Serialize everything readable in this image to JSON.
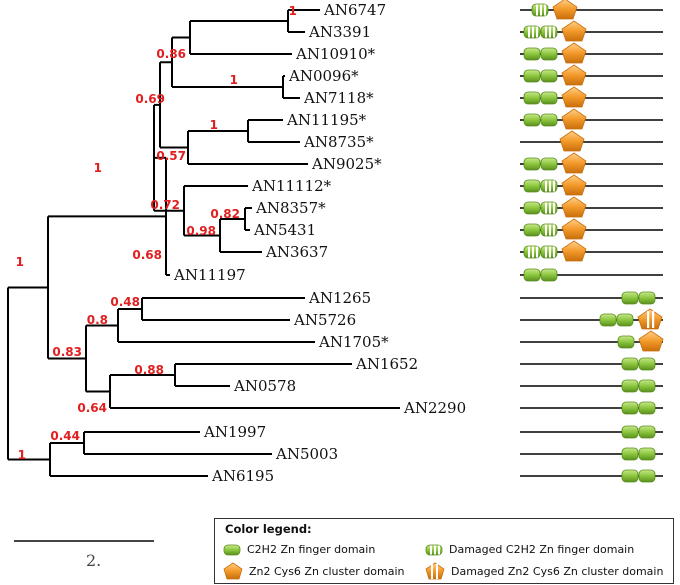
{
  "leaves": [
    {
      "name": "AN6747",
      "domains": [
        "damaged-c2h2",
        "zn2cys6"
      ]
    },
    {
      "name": "AN3391",
      "domains": [
        "damaged-c2h2",
        "damaged-c2h2",
        "zn2cys6"
      ]
    },
    {
      "name": "AN10910*",
      "domains": [
        "c2h2",
        "c2h2",
        "zn2cys6"
      ]
    },
    {
      "name": "AN0096*",
      "domains": [
        "c2h2",
        "c2h2",
        "zn2cys6"
      ]
    },
    {
      "name": "AN7118*",
      "domains": [
        "c2h2",
        "c2h2",
        "zn2cys6"
      ]
    },
    {
      "name": "AN11195*",
      "domains": [
        "c2h2",
        "c2h2",
        "zn2cys6"
      ]
    },
    {
      "name": "AN8735*",
      "domains": [
        "zn2cys6"
      ]
    },
    {
      "name": "AN9025*",
      "domains": [
        "c2h2",
        "c2h2",
        "zn2cys6"
      ]
    },
    {
      "name": "AN11112*",
      "domains": [
        "c2h2",
        "damaged-c2h2",
        "zn2cys6"
      ]
    },
    {
      "name": "AN8357*",
      "domains": [
        "c2h2",
        "damaged-c2h2",
        "zn2cys6"
      ]
    },
    {
      "name": "AN5431",
      "domains": [
        "c2h2",
        "damaged-c2h2",
        "zn2cys6"
      ]
    },
    {
      "name": "AN3637",
      "domains": [
        "damaged-c2h2",
        "damaged-c2h2",
        "zn2cys6"
      ]
    },
    {
      "name": "AN11197",
      "domains": [
        "c2h2",
        "c2h2"
      ]
    },
    {
      "name": "AN1265",
      "domains": [
        "c2h2",
        "c2h2"
      ]
    },
    {
      "name": "AN5726",
      "domains": [
        "c2h2",
        "c2h2",
        "damaged-zn2cys6"
      ]
    },
    {
      "name": "AN1705*",
      "domains": [
        "c2h2",
        "zn2cys6"
      ]
    },
    {
      "name": "AN1652",
      "domains": [
        "c2h2",
        "c2h2"
      ]
    },
    {
      "name": "AN0578",
      "domains": [
        "c2h2",
        "c2h2"
      ]
    },
    {
      "name": "AN2290",
      "domains": [
        "c2h2",
        "c2h2"
      ]
    },
    {
      "name": "AN1997",
      "domains": [
        "c2h2",
        "c2h2"
      ]
    },
    {
      "name": "AN5003",
      "domains": [
        "c2h2",
        "c2h2"
      ]
    },
    {
      "name": "AN6195",
      "domains": [
        "c2h2",
        "c2h2"
      ]
    }
  ],
  "support_values": [
    {
      "node": "AN6747+AN3391",
      "value": "1"
    },
    {
      "node": "AN6747..AN10910",
      "value": "0.86"
    },
    {
      "node": "AN0096+AN7118",
      "value": "1"
    },
    {
      "node": "AN6747..AN7118",
      "value": "0.69"
    },
    {
      "node": "AN11195+AN8735",
      "value": "1"
    },
    {
      "node": "AN11195..AN9025",
      "value": "0.57"
    },
    {
      "node": "AN8357+AN5431",
      "value": "0.82"
    },
    {
      "node": "AN8357..AN3637",
      "value": "0.98"
    },
    {
      "node": "AN11112..AN3637",
      "value": "0.72"
    },
    {
      "node": "AN6747..AN3637",
      "value": "0.68"
    },
    {
      "node": "AN6747..AN11197",
      "value": "1"
    },
    {
      "node": "AN1265+AN5726",
      "value": "0.48"
    },
    {
      "node": "AN1265..AN1705",
      "value": "0.8"
    },
    {
      "node": "AN1652+AN0578",
      "value": "0.88"
    },
    {
      "node": "AN1652..AN2290",
      "value": "0.64"
    },
    {
      "node": "AN1265..AN2290",
      "value": "0.83"
    },
    {
      "node": "AN1997+AN5003",
      "value": "0.44"
    },
    {
      "node": "AN1997..AN6195",
      "value": "1"
    },
    {
      "node": "root",
      "value": "1"
    }
  ],
  "scale_bar": {
    "label": "2."
  },
  "legend": {
    "title": "Color legend:",
    "items": [
      {
        "type": "c2h2",
        "label": "C2H2 Zn finger domain"
      },
      {
        "type": "damaged-c2h2",
        "label": "Damaged C2H2 Zn finger domain"
      },
      {
        "type": "zn2cys6",
        "label": "Zn2 Cys6  Zn cluster domain"
      },
      {
        "type": "damaged-zn2cys6",
        "label": "Damaged Zn2 Cys6  Zn cluster domain"
      }
    ]
  },
  "colors": {
    "c2h2": "#8cc63f",
    "zn2cys6": "#f39a2b",
    "support": "#e02020",
    "branch": "#000000"
  }
}
